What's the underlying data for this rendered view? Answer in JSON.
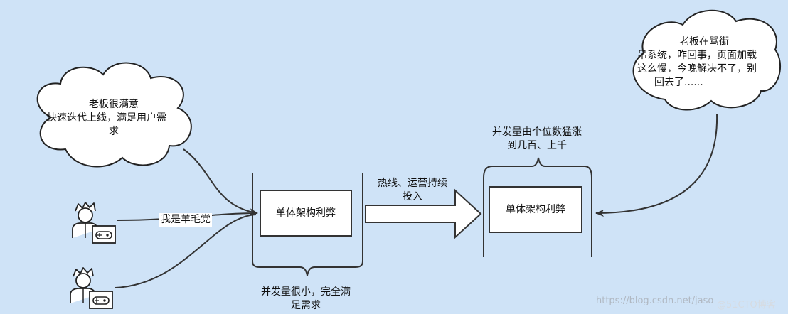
{
  "clouds": {
    "left": [
      "老板很满意",
      "快速迭代上线，满足用户需",
      "求"
    ],
    "right": [
      "老板在骂街",
      "吊系统，咋回事，页面加载",
      "这么慢，今晚解决不了，别",
      "回去了......"
    ]
  },
  "edge_label_user": "我是羊毛党",
  "box_left_label": "单体架构利弊",
  "box_right_label": "单体架构利弊",
  "brace_bottom_label": [
    "并发量很小，完全满",
    "足需求"
  ],
  "brace_top_label": [
    "并发量由个位数猛涨",
    "到几百、上千"
  ],
  "arrow_label": [
    "热线、运营持续",
    "投入"
  ],
  "watermark_url": "https://blog.csdn.net/jaso",
  "watermark_brand": "@51CTO博客",
  "colors": {
    "background": "#cfe3f7",
    "stroke": "#333333",
    "fill": "#ffffff"
  }
}
